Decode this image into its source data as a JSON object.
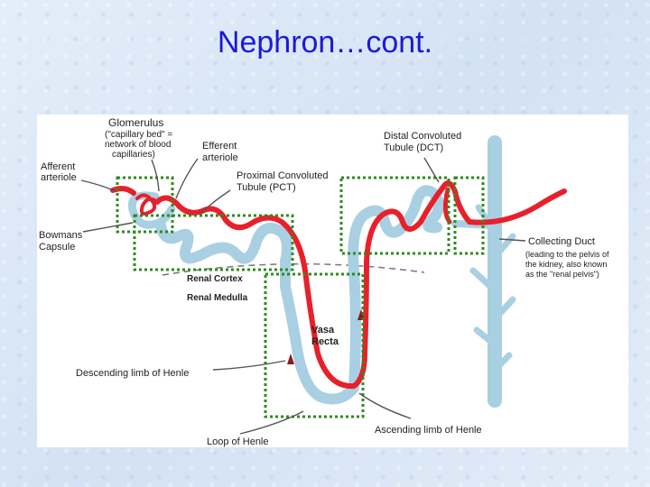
{
  "slide": {
    "title": "Nephron…cont."
  },
  "labels": {
    "glomerulus": "Glomerulus",
    "glomerulus_note_1": "(\"capillary bed\" =",
    "glomerulus_note_2": "network of blood",
    "glomerulus_note_3": "capillaries)",
    "efferent_1": "Efferent",
    "efferent_2": "arteriole",
    "afferent_1": "Afferent",
    "afferent_2": "arteriole",
    "pct_1": "Proximal Convoluted",
    "pct_2": "Tubule (PCT)",
    "dct_1": "Distal Convoluted",
    "dct_2": "Tubule (DCT)",
    "bowmans_1": "Bowmans",
    "bowmans_2": "Capsule",
    "collecting_duct": "Collecting Duct",
    "collecting_note_1": "(leading to the pelvis of",
    "collecting_note_2": "the kidney, also known",
    "collecting_note_3": "as the \"renal pelvis\")",
    "renal_cortex": "Renal Cortex",
    "renal_medulla": "Renal Medulla",
    "vasa_recta_1": "Vasa",
    "vasa_recta_2": "Recta",
    "descending_limb": "Descending limb of Henle",
    "ascending_limb": "Ascending limb of Henle",
    "loop_of_henle": "Loop of Henle"
  },
  "colors": {
    "title": "#1a1ad8",
    "tubule": "#a9cfe3",
    "blood_vessel": "#e8202a",
    "highlight_box": "#2e8b1e",
    "leader_line": "#555555"
  }
}
